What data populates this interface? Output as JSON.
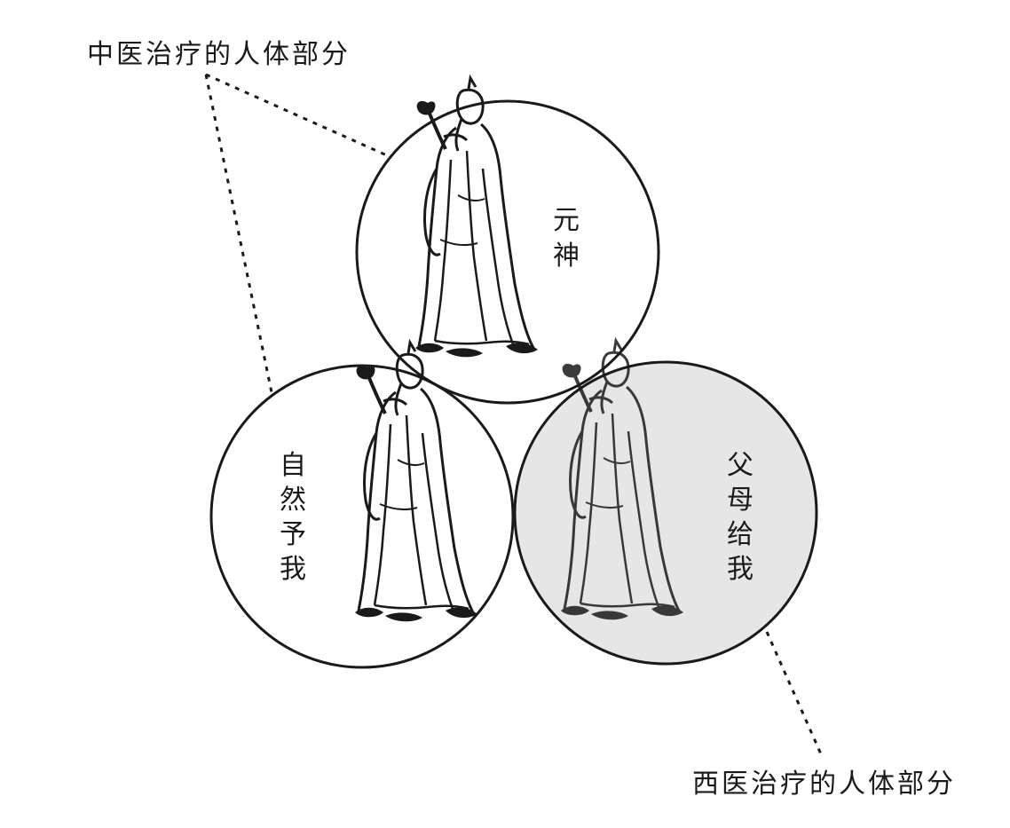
{
  "labels": {
    "tcm": "中医治疗的人体部分",
    "western": "西医治疗的人体部分"
  },
  "circles": [
    {
      "id": "top",
      "text": [
        "元",
        "神"
      ],
      "shaded": false
    },
    {
      "id": "left",
      "text": [
        "自",
        "然",
        "予",
        "我"
      ],
      "shaded": false
    },
    {
      "id": "right",
      "text": [
        "父",
        "母",
        "给",
        "我"
      ],
      "shaded": true
    }
  ],
  "colors": {
    "ink": "#1a1a1a",
    "shade": "#e6e6e6",
    "background": "#ffffff"
  },
  "icons": {
    "figure": "scholar-figure-icon"
  }
}
